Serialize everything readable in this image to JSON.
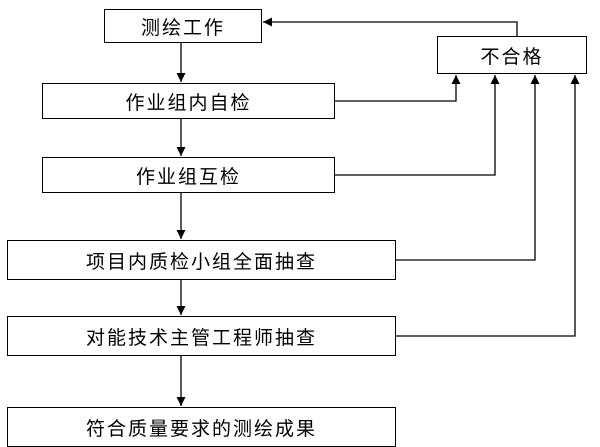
{
  "flowchart": {
    "steps": [
      "测绘工作",
      "作业组内自检",
      "作业组互检",
      "项目内质检小组全面抽查",
      "对能技术主管工程师抽查",
      "符合质量要求的测绘成果"
    ],
    "reject": "不合格"
  }
}
